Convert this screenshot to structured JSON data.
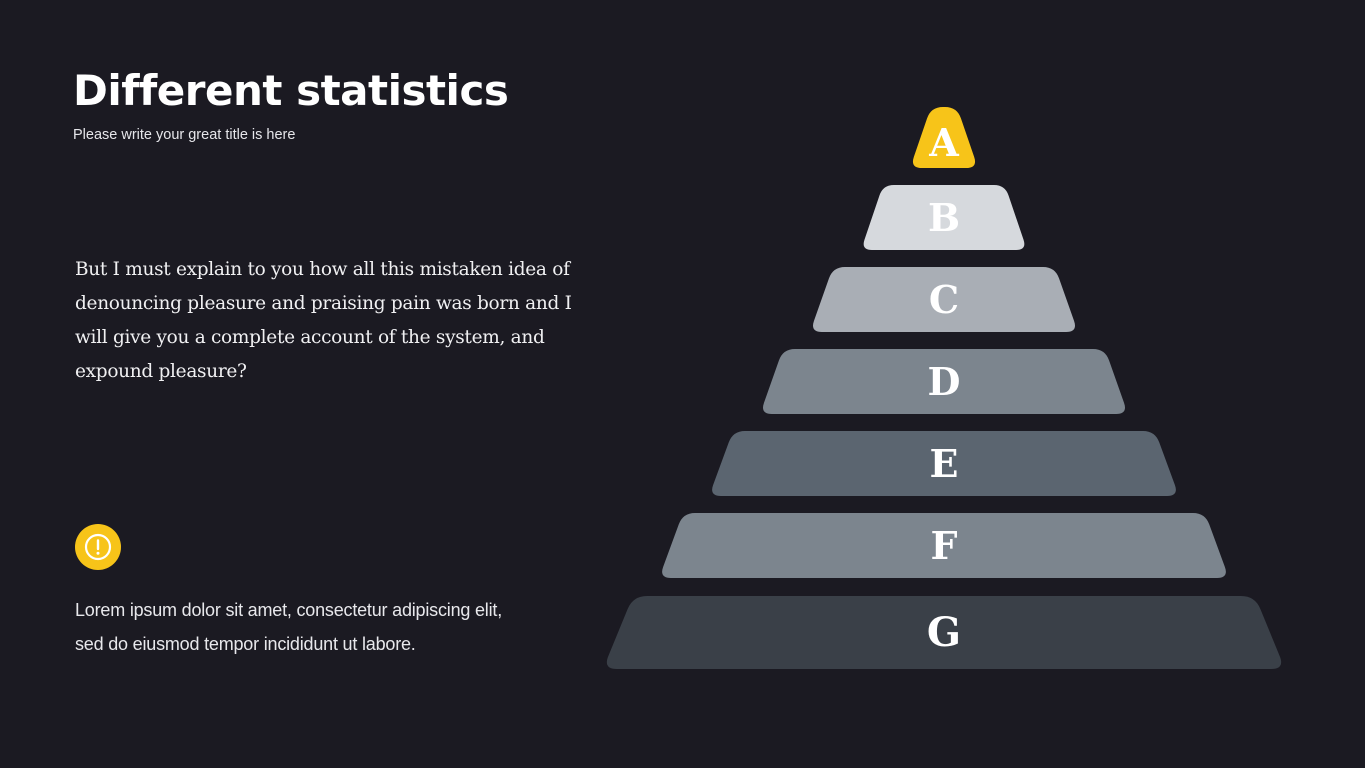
{
  "title": "Different statistics",
  "subtitle": "Please write your great title is here",
  "description": "But I must explain to you how all this mistaken idea of denouncing pleasure and praising pain was born and I will give you a complete account of the system, and expound pleasure?",
  "alert_icon": "exclamation-circle-icon",
  "note": "Lorem ipsum dolor sit amet, consectetur adipiscing elit, sed do eiusmod tempor incididunt ut labore.",
  "colors": {
    "background": "#1b1a22",
    "accent": "#f7c419"
  },
  "pyramid": {
    "tiers": [
      {
        "label": "A",
        "color": "#f7c419"
      },
      {
        "label": "B",
        "color": "#d6d9dd"
      },
      {
        "label": "C",
        "color": "#a9aeb5"
      },
      {
        "label": "D",
        "color": "#7c858e"
      },
      {
        "label": "E",
        "color": "#5b6570"
      },
      {
        "label": "F",
        "color": "#7c858e"
      },
      {
        "label": "G",
        "color": "#3a4048"
      }
    ]
  }
}
